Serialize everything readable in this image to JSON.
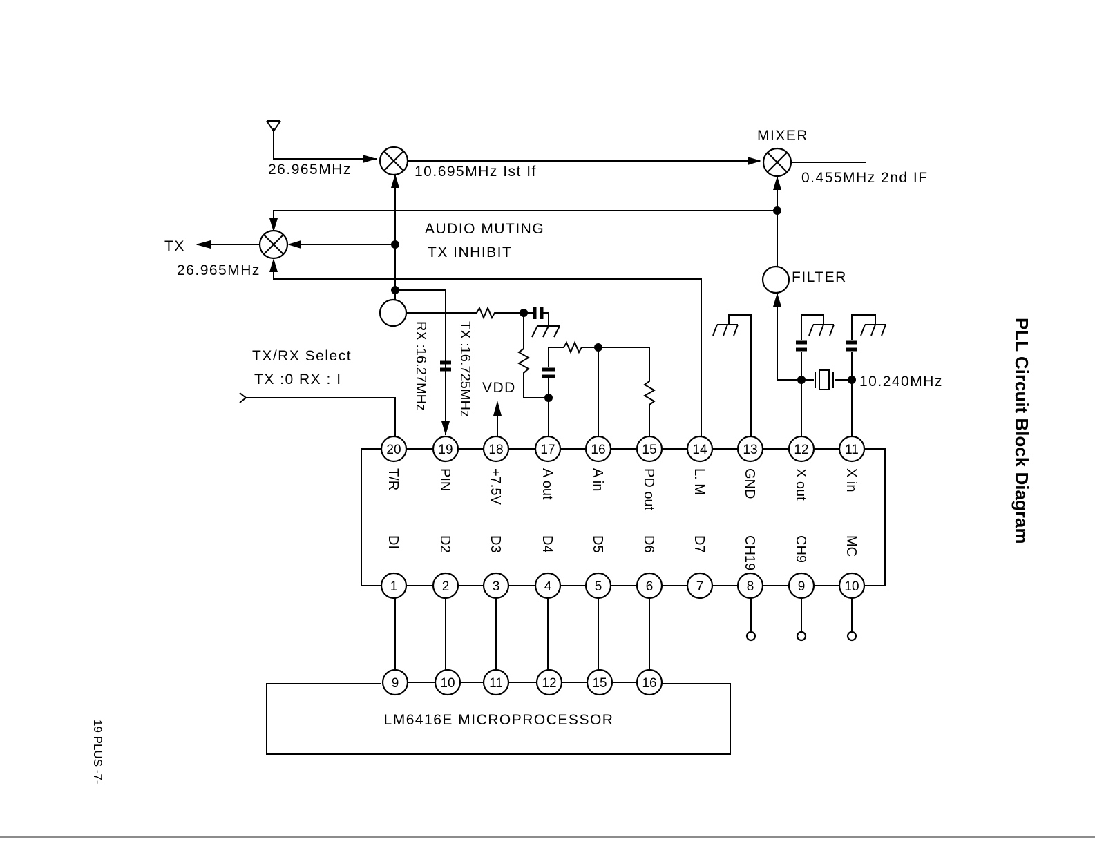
{
  "page": {
    "title": "PLL Circuit Block Diagram",
    "footer": "19 PLUS -7-"
  },
  "signals": {
    "antenna_freq": "26.965MHz",
    "first_if": "10.695MHz   Ist  If",
    "mixer_label": "MIXER",
    "second_if": "0.455MHz   2nd  IF",
    "tx_label": "TX",
    "tx_freq": "26.965MHz",
    "audio_muting": "AUDIO   MUTING",
    "tx_inhibit": "TX   INHIBIT",
    "filter_label": "FILTER",
    "crystal_freq": "10.240MHz",
    "txrx_select": "TX/RX   Select",
    "txrx_values": "TX :0     RX : I",
    "rx_vco": "RX :16.27MHz",
    "tx_vco": "TX :16.725MHz",
    "vdd": "VDD"
  },
  "pll_chip": {
    "top_pins": [
      {
        "number": "20",
        "name": "T/R"
      },
      {
        "number": "19",
        "name": "PIN"
      },
      {
        "number": "18",
        "name": "+7.5V"
      },
      {
        "number": "17",
        "name": "A out"
      },
      {
        "number": "16",
        "name": "A in"
      },
      {
        "number": "15",
        "name": "PD out"
      },
      {
        "number": "14",
        "name": "L. M"
      },
      {
        "number": "13",
        "name": "GND"
      },
      {
        "number": "12",
        "name": "X out"
      },
      {
        "number": "11",
        "name": "X in"
      }
    ],
    "bottom_pins": [
      {
        "number": "1",
        "name": "DI"
      },
      {
        "number": "2",
        "name": "D2"
      },
      {
        "number": "3",
        "name": "D3"
      },
      {
        "number": "4",
        "name": "D4"
      },
      {
        "number": "5",
        "name": "D5"
      },
      {
        "number": "6",
        "name": "D6"
      },
      {
        "number": "7",
        "name": "D7"
      },
      {
        "number": "8",
        "name": "CH19"
      },
      {
        "number": "9",
        "name": "CH9"
      },
      {
        "number": "10",
        "name": "MC"
      }
    ]
  },
  "microprocessor": {
    "label": "LM6416E   MICROPROCESSOR",
    "pins": [
      "9",
      "10",
      "11",
      "12",
      "15",
      "16"
    ]
  }
}
